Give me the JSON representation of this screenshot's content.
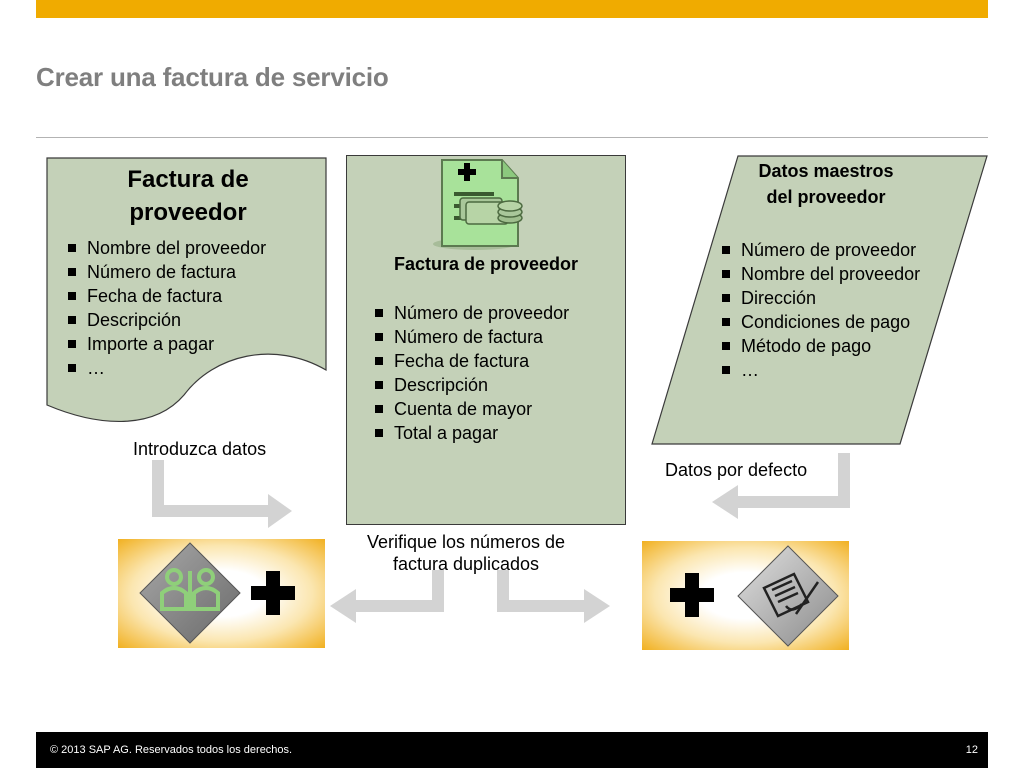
{
  "header": {
    "title": "Crear una factura de servicio"
  },
  "left_document": {
    "title_line1": "Factura de",
    "title_line2": "proveedor",
    "items": [
      "Nombre del proveedor",
      "Número de factura",
      "Fecha de factura",
      "Descripción",
      "Importe a pagar",
      "…"
    ]
  },
  "center_panel": {
    "title": "Factura de proveedor",
    "items": [
      "Número de proveedor",
      "Número de factura",
      "Fecha de factura",
      "Descripción",
      "Cuenta de mayor",
      "Total a pagar"
    ]
  },
  "right_master": {
    "title_line1": "Datos maestros",
    "title_line2": "del proveedor",
    "items": [
      "Número de proveedor",
      "Nombre del proveedor",
      "Dirección",
      "Condiciones de pago",
      "Método de pago",
      "…"
    ]
  },
  "captions": {
    "enter_data": "Introduzca datos",
    "default_data": "Datos por defecto",
    "verify_line1": "Verifique los números de",
    "verify_line2": "factura duplicados"
  },
  "colors": {
    "brand": "#f0ab00",
    "panel": "#c4d1b8",
    "title": "#7f7f7f",
    "arrow": "#d3d3d3"
  },
  "icons": [
    "invoice-document-icon",
    "vendor-users-icon",
    "plus-icon",
    "master-data-document-icon"
  ],
  "footer": {
    "copyright": "© 2013 SAP AG. Reservados todos los derechos.",
    "page": "12"
  }
}
